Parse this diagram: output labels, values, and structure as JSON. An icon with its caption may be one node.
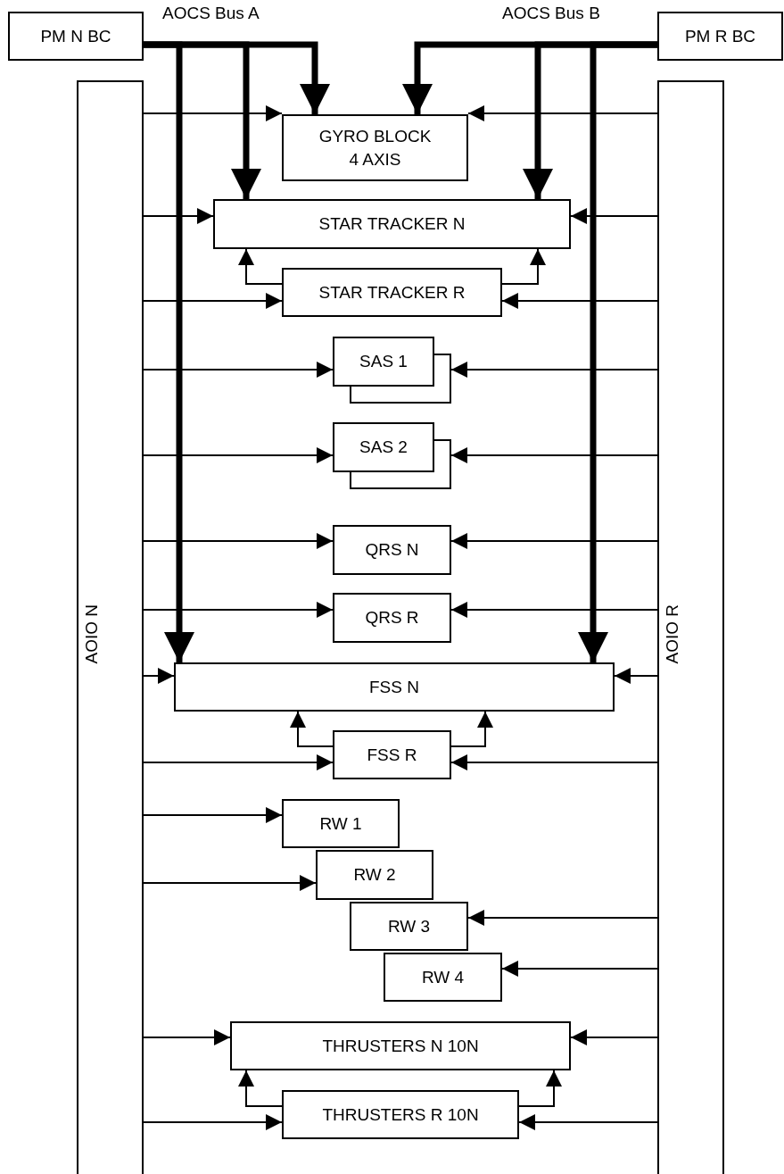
{
  "diagram": {
    "nodes": [
      {
        "text": [
          "PM N BC"
        ]
      },
      {
        "text": [
          "PM R BC"
        ]
      },
      {
        "text": [
          "AOIO N"
        ]
      },
      {
        "text": [
          "AOIO R"
        ]
      },
      {
        "text": [
          "GYRO BLOCK 4 AXIS"
        ]
      },
      {
        "text": [
          "STAR TRACKER N"
        ]
      },
      {
        "text": [
          "STAR TRACKER R"
        ]
      },
      {
        "text": [
          "SAS 1"
        ]
      },
      {
        "text": [
          "SAS 2"
        ]
      },
      {
        "text": [
          "QRS N"
        ]
      },
      {
        "text": [
          "QRS R"
        ]
      },
      {
        "text": [
          "FSS N"
        ]
      },
      {
        "text": [
          "FSS R"
        ]
      },
      {
        "text": [
          "RW 1"
        ]
      },
      {
        "text": [
          "RW 2"
        ]
      },
      {
        "text": [
          "RW 3"
        ]
      },
      {
        "text": [
          "RW 4"
        ]
      },
      {
        "text": [
          "THRUSTERS N 10N"
        ]
      },
      {
        "text": [
          "THRUSTERS R 10N"
        ]
      }
    ],
    "edges": [
      {
        "from": 0,
        "to": 4,
        "arrow": "to",
        "style": "thick"
      },
      {
        "from": 0,
        "to": 5,
        "arrow": "to",
        "style": "thick"
      },
      {
        "from": 0,
        "to": 11,
        "arrow": "to",
        "style": "thick"
      },
      {
        "from": 1,
        "to": 4,
        "arrow": "to",
        "style": "thick"
      },
      {
        "from": 1,
        "to": 5,
        "arrow": "to",
        "style": "thick"
      },
      {
        "from": 1,
        "to": 11,
        "arrow": "to",
        "style": "thick"
      },
      {
        "from": 2,
        "to": 4,
        "arrow": "to"
      },
      {
        "from": 3,
        "to": 4,
        "arrow": "to"
      },
      {
        "from": 2,
        "to": 5,
        "arrow": "to"
      },
      {
        "from": 3,
        "to": 5,
        "arrow": "to"
      },
      {
        "from": 6,
        "to": 5,
        "arrow": "to"
      },
      {
        "from": 6,
        "to": 5,
        "arrow": "to"
      },
      {
        "from": 2,
        "to": 6,
        "arrow": "to"
      },
      {
        "from": 3,
        "to": 6,
        "arrow": "to"
      },
      {
        "from": 2,
        "to": 7,
        "arrow": "to"
      },
      {
        "from": 3,
        "to": 7,
        "arrow": "to"
      },
      {
        "from": 2,
        "to": 8,
        "arrow": "to"
      },
      {
        "from": 3,
        "to": 8,
        "arrow": "to"
      },
      {
        "from": 2,
        "to": 9,
        "arrow": "to"
      },
      {
        "from": 3,
        "to": 9,
        "arrow": "to"
      },
      {
        "from": 2,
        "to": 10,
        "arrow": "to"
      },
      {
        "from": 3,
        "to": 10,
        "arrow": "to"
      },
      {
        "from": 2,
        "to": 11,
        "arrow": "to"
      },
      {
        "from": 3,
        "to": 11,
        "arrow": "to"
      },
      {
        "from": 12,
        "to": 11,
        "arrow": "to"
      },
      {
        "from": 12,
        "to": 11,
        "arrow": "to"
      },
      {
        "from": 2,
        "to": 12,
        "arrow": "to"
      },
      {
        "from": 3,
        "to": 12,
        "arrow": "to"
      },
      {
        "from": 2,
        "to": 13,
        "arrow": "to"
      },
      {
        "from": 2,
        "to": 14,
        "arrow": "to"
      },
      {
        "from": 3,
        "to": 15,
        "arrow": "to"
      },
      {
        "from": 3,
        "to": 16,
        "arrow": "to"
      },
      {
        "from": 2,
        "to": 17,
        "arrow": "to"
      },
      {
        "from": 3,
        "to": 17,
        "arrow": "to"
      },
      {
        "from": 18,
        "to": 17,
        "arrow": "to"
      },
      {
        "from": 18,
        "to": 17,
        "arrow": "to"
      },
      {
        "from": 2,
        "to": 18,
        "arrow": "to"
      },
      {
        "from": 3,
        "to": 18,
        "arrow": "to"
      }
    ],
    "labels": [
      "AOCS Bus A",
      "AOCS Bus B"
    ]
  }
}
